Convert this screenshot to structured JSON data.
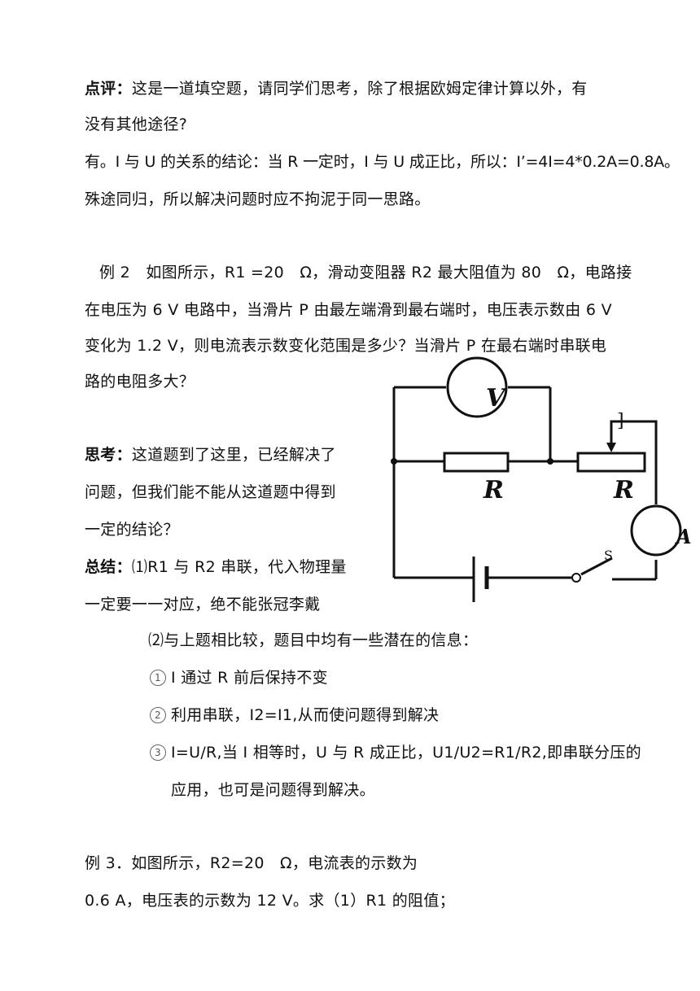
{
  "comment": {
    "label": "点评：",
    "line1": "这是一道填空题，请同学们思考，除了根据欧姆定律计算以外，有",
    "line2": "没有其他途径?",
    "line3": "有。I 与 U 的关系的结论：当 R 一定时，I 与 U 成正比，所以：I’=4I=4*0.2A=0.8A。",
    "line4": "殊途同归，所以解决问题时应不拘泥于同一思路。"
  },
  "example2": {
    "line1": "例 2　如图所示，R1 =20　Ω，滑动变阻器 R2 最大阻值为 80　Ω，电路接",
    "line2": "在电压为 6 V 电路中，当滑片 P 由最左端滑到最右端时，电压表示数由 6 V",
    "line3": "变化为 1.2 V，则电流表示数变化范围是多少？当滑片 P 在最右端时串联电",
    "line4": "路的电阻多大？"
  },
  "think": {
    "label": "思考：",
    "line1": "这道题到了这里，已经解决了",
    "line2": "问题，但我们能不能从这道题中得到",
    "line3": "一定的结论？"
  },
  "summary": {
    "label": "总结：",
    "line1": "⑴R1 与 R2 串联，代入物理量",
    "line2": "一定要一一对应，绝不能张冠李戴",
    "line3": "⑵与上题相比较，题目中均有一些潜在的信息：",
    "items": [
      {
        "num": "1",
        "text": "I 通过 R 前后保持不变"
      },
      {
        "num": "2",
        "text": "利用串联，I2=I1,从而使问题得到解决"
      },
      {
        "num": "3",
        "text": "I=U/R,当 I 相等时，U 与 R 成正比，U1/U2=R1/R2,即串联分压的"
      }
    ],
    "item3_cont": "应用，也可是问题得到解决。"
  },
  "example3": {
    "line1": "例 3．如图所示，R2=20　Ω，电流表的示数为",
    "line2": "0.6 A，电压表的示数为 12 V。求（1）R1 的阻值；"
  },
  "circuit": {
    "voltmeter_label": "V",
    "ammeter_label": "A",
    "resistor1_label": "R",
    "resistor2_label": "R",
    "slider_label": "]",
    "switch_label": "S"
  }
}
